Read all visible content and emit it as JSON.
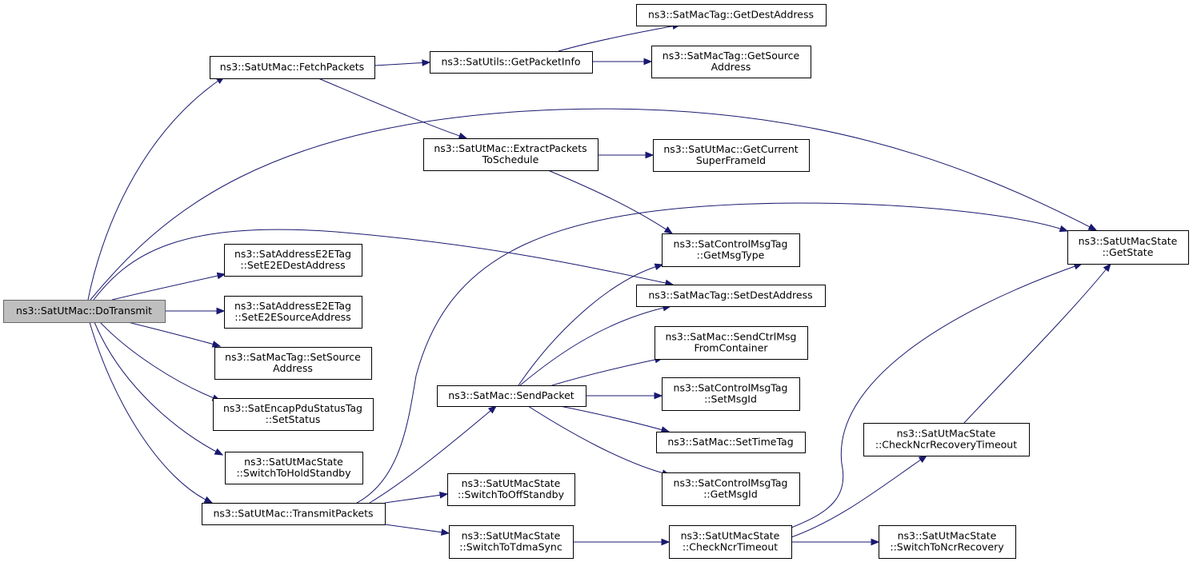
{
  "graph": {
    "nodes": [
      {
        "id": "n_dotransmit",
        "lines": [
          "ns3::SatUtMac::DoTransmit"
        ],
        "root": true
      },
      {
        "id": "n_fetchpackets",
        "lines": [
          "ns3::SatUtMac::FetchPackets"
        ]
      },
      {
        "id": "n_getpacketinfo",
        "lines": [
          "ns3::SatUtils::GetPacketInfo"
        ]
      },
      {
        "id": "n_getdestaddress",
        "lines": [
          "ns3::SatMacTag::GetDestAddress"
        ]
      },
      {
        "id": "n_getsourceaddress",
        "lines": [
          "ns3::SatMacTag::GetSource",
          "Address"
        ]
      },
      {
        "id": "n_extractpackets",
        "lines": [
          "ns3::SatUtMac::ExtractPackets",
          "ToSchedule"
        ]
      },
      {
        "id": "n_getcurrentsuperframe",
        "lines": [
          "ns3::SatUtMac::GetCurrent",
          "SuperFrameId"
        ]
      },
      {
        "id": "n_getstate",
        "lines": [
          "ns3::SatUtMacState",
          "::GetState"
        ]
      },
      {
        "id": "n_getmsgtype",
        "lines": [
          "ns3::SatControlMsgTag",
          "::GetMsgType"
        ]
      },
      {
        "id": "n_setdestaddress",
        "lines": [
          "ns3::SatMacTag::SetDestAddress"
        ]
      },
      {
        "id": "n_sete2edest",
        "lines": [
          "ns3::SatAddressE2ETag",
          "::SetE2EDestAddress"
        ]
      },
      {
        "id": "n_sete2esource",
        "lines": [
          "ns3::SatAddressE2ETag",
          "::SetE2ESourceAddress"
        ]
      },
      {
        "id": "n_setsourceaddress",
        "lines": [
          "ns3::SatMacTag::SetSource",
          "Address"
        ]
      },
      {
        "id": "n_setstatus",
        "lines": [
          "ns3::SatEncapPduStatusTag",
          "::SetStatus"
        ]
      },
      {
        "id": "n_switchtoholdstandby",
        "lines": [
          "ns3::SatUtMacState",
          "::SwitchToHoldStandby"
        ]
      },
      {
        "id": "n_transmitpackets",
        "lines": [
          "ns3::SatUtMac::TransmitPackets"
        ]
      },
      {
        "id": "n_sendctrlmsg",
        "lines": [
          "ns3::SatMac::SendCtrlMsg",
          "FromContainer"
        ]
      },
      {
        "id": "n_sendpacket",
        "lines": [
          "ns3::SatMac::SendPacket"
        ]
      },
      {
        "id": "n_setmsgid",
        "lines": [
          "ns3::SatControlMsgTag",
          "::SetMsgId"
        ]
      },
      {
        "id": "n_settimetag",
        "lines": [
          "ns3::SatMac::SetTimeTag"
        ]
      },
      {
        "id": "n_getmsgid",
        "lines": [
          "ns3::SatControlMsgTag",
          "::GetMsgId"
        ]
      },
      {
        "id": "n_switchtooffstandby",
        "lines": [
          "ns3::SatUtMacState",
          "::SwitchToOffStandby"
        ]
      },
      {
        "id": "n_switchtotdmasync",
        "lines": [
          "ns3::SatUtMacState",
          "::SwitchToTdmaSync"
        ]
      },
      {
        "id": "n_checkncrtimeout",
        "lines": [
          "ns3::SatUtMacState",
          "::CheckNcrTimeout"
        ]
      },
      {
        "id": "n_checkncrrecoverytimeout",
        "lines": [
          "ns3::SatUtMacState",
          "::CheckNcrRecoveryTimeout"
        ]
      },
      {
        "id": "n_switchtoncrrecovery",
        "lines": [
          "ns3::SatUtMacState",
          "::SwitchToNcrRecovery"
        ]
      }
    ],
    "edges": [
      {
        "from": "n_dotransmit",
        "to": "n_fetchpackets"
      },
      {
        "from": "n_dotransmit",
        "to": "n_getstate"
      },
      {
        "from": "n_dotransmit",
        "to": "n_setdestaddress"
      },
      {
        "from": "n_dotransmit",
        "to": "n_sete2edest"
      },
      {
        "from": "n_dotransmit",
        "to": "n_sete2esource"
      },
      {
        "from": "n_dotransmit",
        "to": "n_setsourceaddress"
      },
      {
        "from": "n_dotransmit",
        "to": "n_setstatus"
      },
      {
        "from": "n_dotransmit",
        "to": "n_switchtoholdstandby"
      },
      {
        "from": "n_dotransmit",
        "to": "n_transmitpackets"
      },
      {
        "from": "n_fetchpackets",
        "to": "n_getpacketinfo"
      },
      {
        "from": "n_fetchpackets",
        "to": "n_extractpackets"
      },
      {
        "from": "n_getpacketinfo",
        "to": "n_getdestaddress"
      },
      {
        "from": "n_getpacketinfo",
        "to": "n_getsourceaddress"
      },
      {
        "from": "n_extractpackets",
        "to": "n_getcurrentsuperframe"
      },
      {
        "from": "n_extractpackets",
        "to": "n_getmsgtype"
      },
      {
        "from": "n_transmitpackets",
        "to": "n_getstate"
      },
      {
        "from": "n_transmitpackets",
        "to": "n_sendpacket"
      },
      {
        "from": "n_transmitpackets",
        "to": "n_switchtooffstandby"
      },
      {
        "from": "n_transmitpackets",
        "to": "n_switchtotdmasync"
      },
      {
        "from": "n_sendpacket",
        "to": "n_getmsgtype"
      },
      {
        "from": "n_sendpacket",
        "to": "n_setdestaddress"
      },
      {
        "from": "n_sendpacket",
        "to": "n_sendctrlmsg"
      },
      {
        "from": "n_sendpacket",
        "to": "n_setmsgid"
      },
      {
        "from": "n_sendpacket",
        "to": "n_settimetag"
      },
      {
        "from": "n_sendpacket",
        "to": "n_getmsgid"
      },
      {
        "from": "n_switchtotdmasync",
        "to": "n_checkncrtimeout"
      },
      {
        "from": "n_checkncrtimeout",
        "to": "n_getstate"
      },
      {
        "from": "n_checkncrtimeout",
        "to": "n_checkncrrecoverytimeout"
      },
      {
        "from": "n_checkncrtimeout",
        "to": "n_switchtoncrrecovery"
      },
      {
        "from": "n_checkncrrecoverytimeout",
        "to": "n_getstate"
      }
    ]
  },
  "colors": {
    "edge": "#191970",
    "root_fill": "#bfbfbf",
    "node_fill": "#ffffff",
    "node_border": "#000000"
  }
}
